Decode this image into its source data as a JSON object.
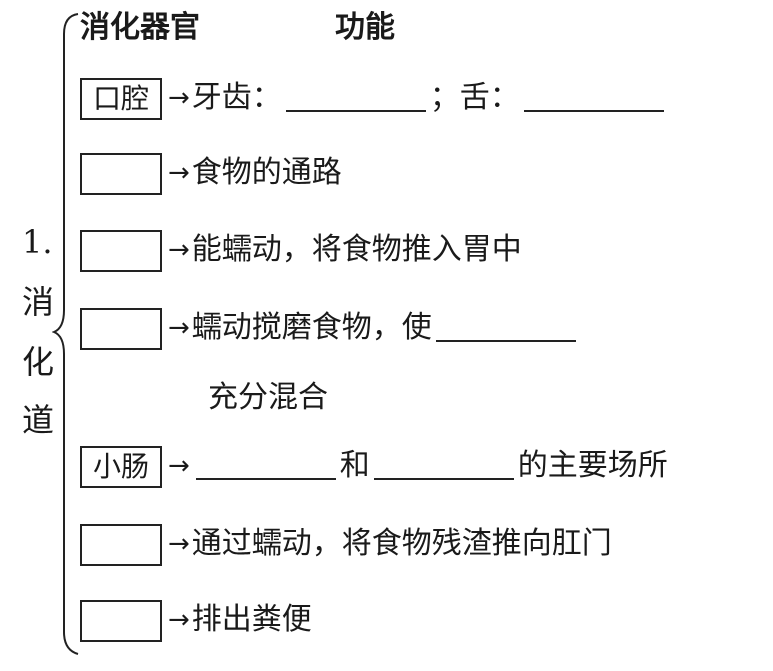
{
  "header": {
    "organ_label": "消化器官",
    "function_label": "功能"
  },
  "side_label": {
    "number": "1.",
    "chars": [
      "消",
      "化",
      "道"
    ]
  },
  "rows": [
    {
      "organ": "口腔",
      "text_a": "牙齿：",
      "text_b": "；舌：",
      "text_c": ""
    },
    {
      "organ": "",
      "text_a": "食物的通路"
    },
    {
      "organ": "",
      "text_a": "能蠕动，将食物推入胃中"
    },
    {
      "organ": "",
      "text_a": "蠕动搅磨食物，使",
      "text_cont": "充分混合"
    },
    {
      "organ": "小肠",
      "text_b": "和",
      "text_c": "的主要场所"
    },
    {
      "organ": "",
      "text_a": "通过蠕动，将食物残渣推向肛门"
    },
    {
      "organ": "",
      "text_a": "排出粪便"
    }
  ],
  "arrow_glyph": "→"
}
